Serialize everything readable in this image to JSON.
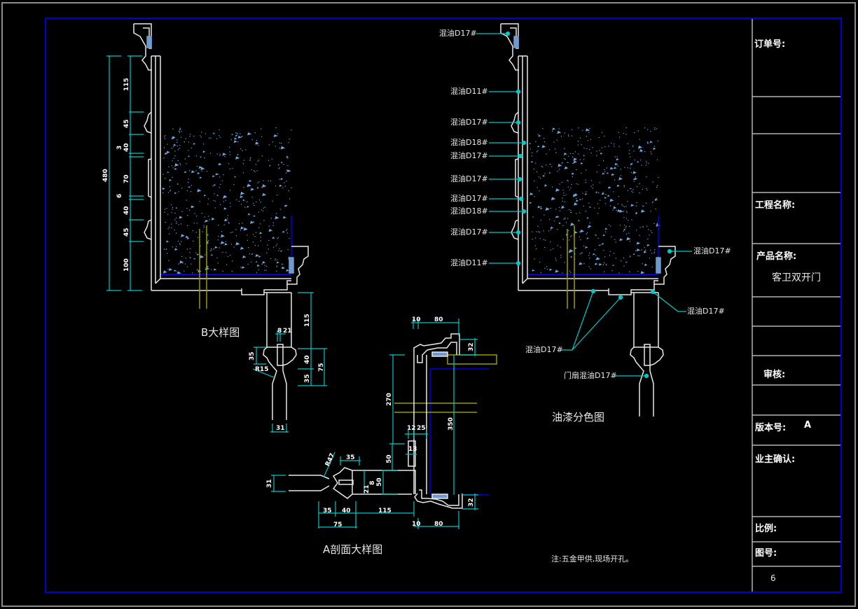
{
  "title_block": {
    "order_no_label": "订单号:",
    "project_name_label": "工程名称:",
    "product_name_label": "产品名称:",
    "product_name_value": "客卫双开门",
    "review_label": "审核:",
    "version_label": "版本号:",
    "version_value": "A",
    "owner_confirm_label": "业主确认:",
    "scale_label": "比例:",
    "drawing_no_label": "图号:",
    "sheet_value": "6"
  },
  "drawings": {
    "b_detail_title": "B大样图",
    "a_section_title": "A剖面大样图",
    "paint_color_title": "油漆分色图"
  },
  "note": "注:五金甲供,现场开孔。",
  "paint_labels": [
    "混油D17#",
    "混油D11#",
    "混油D17#",
    "混油D18#",
    "混油D17#",
    "混油D17#",
    "混油D17#",
    "混油D18#",
    "混油D17#",
    "混油D11#"
  ],
  "paint_labels_right": {
    "top_right": "混油D17#",
    "mid_right": "混油D17#",
    "bottom_left": "混油D17#",
    "door_leaf": "门扇混油D17#"
  },
  "b_detail_dims": {
    "total": "480",
    "segments": [
      "115",
      "45",
      "3",
      "40",
      "70",
      "6",
      "40",
      "45",
      "100"
    ],
    "leaf_115": "115",
    "leaf_40": "40",
    "leaf_35": "35",
    "leaf_75": "75",
    "gap_8": "8",
    "gap_21": "21",
    "left_35": "35",
    "angle_r": "R15",
    "bottom_31": "31"
  },
  "a_section_dims": {
    "top_10": "10",
    "top_80": "80",
    "right_32_top": "32",
    "v_270": "270",
    "v_350": "350",
    "d_12": "12",
    "d_25": "25",
    "d_13": "13",
    "d_50_upper": "50",
    "d_50_lower": "50",
    "d_21": "21",
    "d_8": "8",
    "r_247": "R47",
    "d_35": "35",
    "left_31": "31",
    "bot_35": "35",
    "bot_40": "40",
    "bot_115": "115",
    "bot_75": "75",
    "bot_10": "10",
    "bot_80": "80",
    "right_32_bottom": "32"
  },
  "colors": {
    "background": "#000000",
    "frame": "#0000cc",
    "outline": "#ffffff",
    "dimension": "#00c8c8",
    "texture": "#6ea8e0",
    "hinge": "#8a8a00",
    "border_gray": "#a0a0a0"
  }
}
